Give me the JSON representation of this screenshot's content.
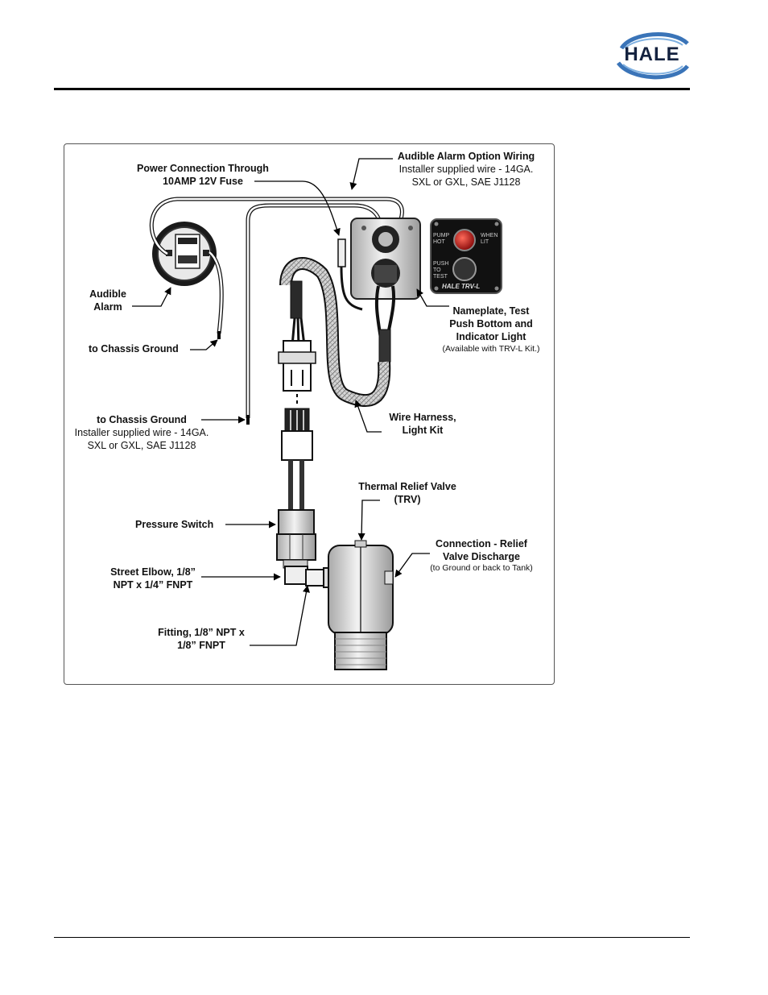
{
  "header": {
    "logo_text": "HALE"
  },
  "panel_text": {
    "pump_hot": [
      "PUMP",
      "HOT"
    ],
    "when_lit": [
      "WHEN",
      "LIT"
    ],
    "push_to_test": [
      "PUSH",
      "TO",
      "TEST"
    ],
    "brand": "HALE TRV-L"
  },
  "labels": {
    "audible_option": {
      "title": "Audible Alarm Option Wiring",
      "line2": "Installer supplied wire - 14GA.",
      "line3": "SXL or GXL, SAE J1128"
    },
    "power": {
      "line1": "Power Connection Through",
      "line2": "10AMP 12V Fuse"
    },
    "audible_alarm": {
      "line1": "Audible",
      "line2": "Alarm"
    },
    "chassis_ground_1": "to Chassis Ground",
    "chassis_ground_2": {
      "title": "to Chassis Ground",
      "line2": "Installer supplied wire - 14GA.",
      "line3": "SXL or GXL, SAE J1128"
    },
    "nameplate": {
      "line1": "Nameplate, Test",
      "line2": "Push Bottom and",
      "line3": "Indicator Light",
      "note": "(Available with TRV-L Kit.)"
    },
    "wire_harness": {
      "line1": "Wire Harness,",
      "line2": "Light Kit"
    },
    "trv": {
      "line1": "Thermal Relief Valve",
      "line2": "(TRV)"
    },
    "pressure_switch": "Pressure Switch",
    "connection": {
      "line1": "Connection - Relief",
      "line2": "Valve Discharge",
      "note": "(to Ground or back to Tank)"
    },
    "street_elbow": {
      "line1": "Street Elbow, 1/8”",
      "line2": "NPT x 1/4” FNPT"
    },
    "fitting": {
      "line1": "Fitting, 1/8” NPT x",
      "line2": "1/8” FNPT"
    }
  },
  "colors": {
    "logo_navy": "#14223f",
    "logo_blue": "#3a74b8",
    "indicator_red": "#c0181c"
  }
}
